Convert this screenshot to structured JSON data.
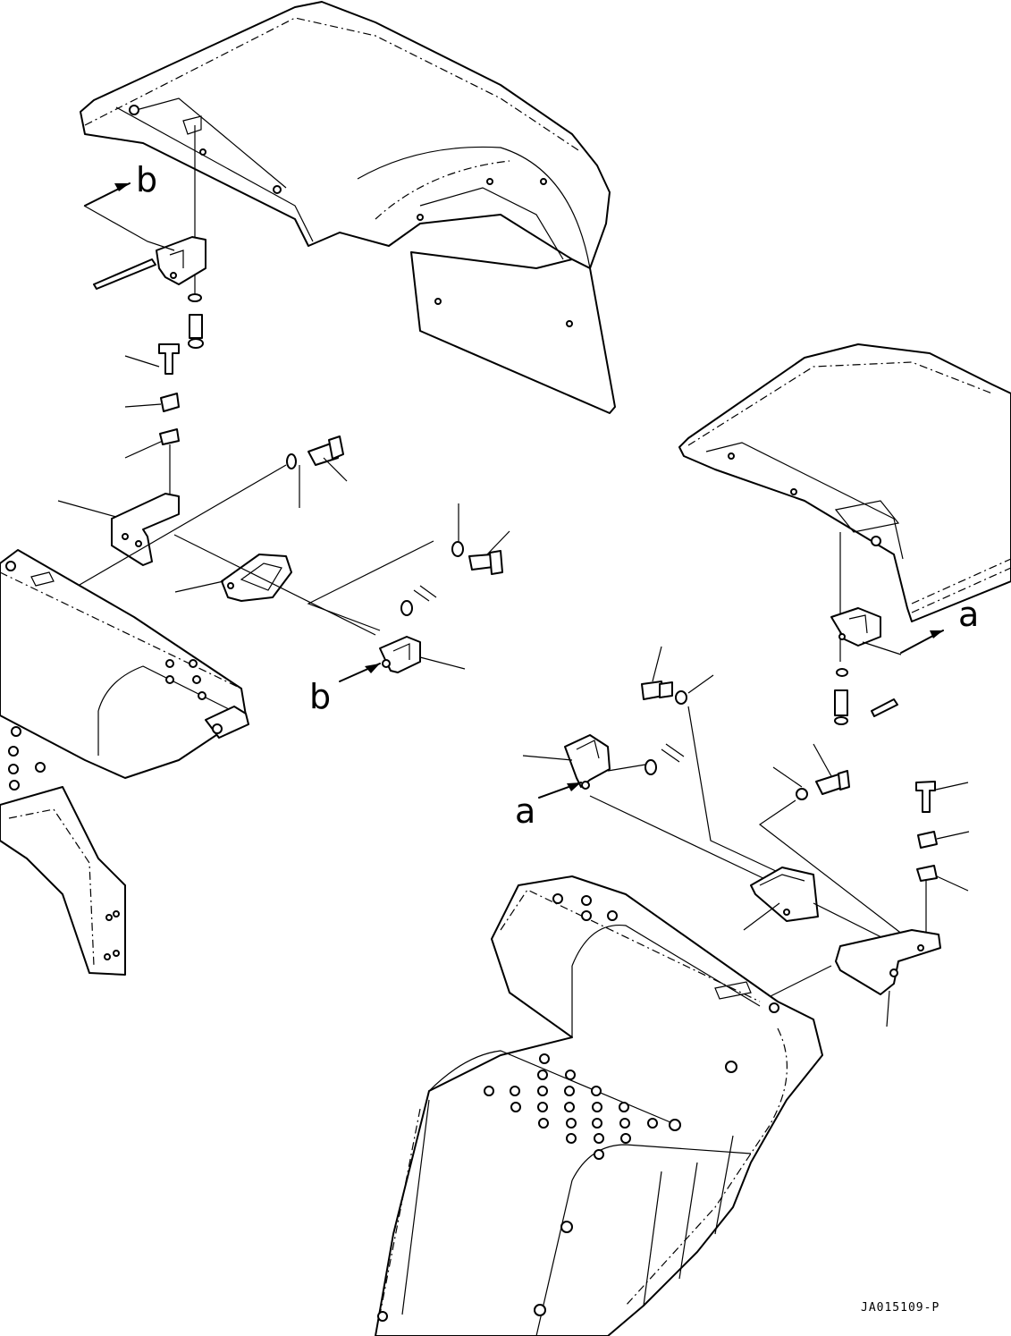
{
  "view_labels": {
    "b_top": "b",
    "b_bottom": "b",
    "a_right": "a",
    "a_left": "a"
  },
  "drawing_code": "JA015109-P"
}
